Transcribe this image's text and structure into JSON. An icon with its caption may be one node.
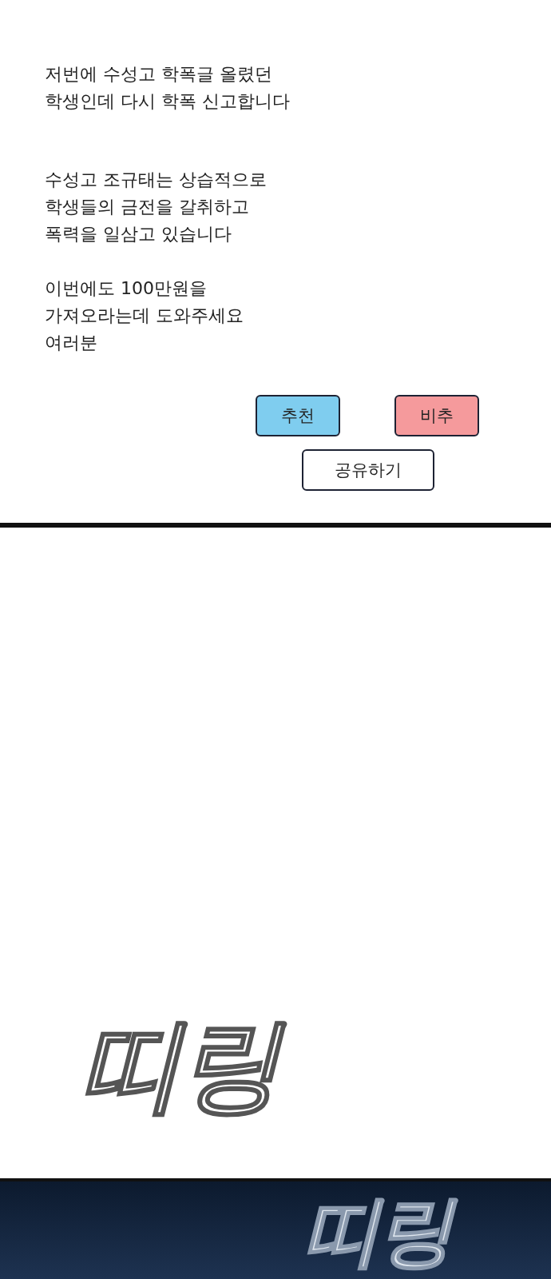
{
  "diagram": {
    "nodes": [
      {
        "text": [
          "추천"
        ]
      },
      {
        "text": [
          "비추"
        ]
      },
      {
        "text": [
          "공유하기"
        ]
      }
    ],
    "labels": [
      "저번에 수성고 학폭글 올렸던 학생인데 다시 학폭 신고합니다",
      "수성고 조규태는 상습적으로 학생들의 금전을 갈취하고 폭력을 일삼고 있습니다",
      "이번에도 100만원을 가져오라는데 도와주세요 여러분",
      "띠링",
      "띠링"
    ]
  }
}
